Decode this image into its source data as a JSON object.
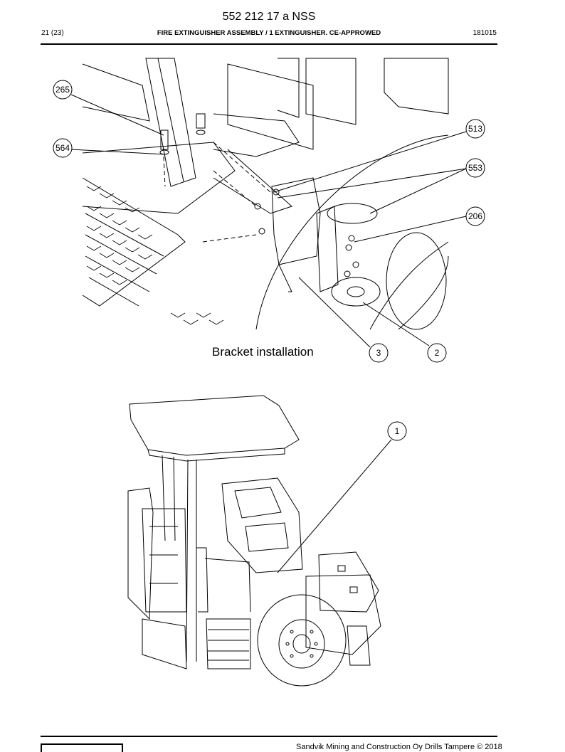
{
  "header": {
    "doc_number": "552 212 17 a NSS",
    "page": "21 (23)",
    "title": "FIRE EXTINGUISHER ASSEMBLY / 1 EXTINGUISHER. CE-APPROWED",
    "date": "181015"
  },
  "figure1": {
    "caption": "Bracket installation",
    "callouts": [
      "265",
      "564",
      "513",
      "553",
      "206",
      "3",
      "2"
    ]
  },
  "figure2": {
    "callouts": [
      "1"
    ]
  },
  "footer": {
    "copyright": "Sandvik Mining and Construction Oy Drills Tampere © 2018"
  }
}
